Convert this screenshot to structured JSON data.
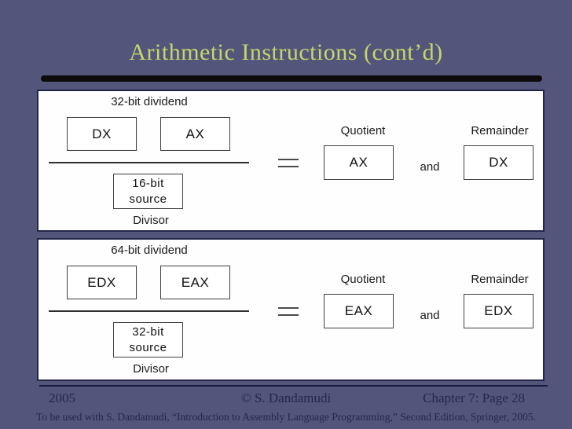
{
  "slide": {
    "title": "Arithmetic Instructions (cont’d)"
  },
  "diagrams": [
    {
      "dividend_label": "32-bit dividend",
      "dividend_high_register": "DX",
      "dividend_low_register": "AX",
      "source_line1": "16-bit",
      "source_line2": "source",
      "divisor_label": "Divisor",
      "quotient_label": "Quotient",
      "quotient_register": "AX",
      "conjunction": "and",
      "remainder_label": "Remainder",
      "remainder_register": "DX"
    },
    {
      "dividend_label": "64-bit dividend",
      "dividend_high_register": "EDX",
      "dividend_low_register": "EAX",
      "source_line1": "32-bit",
      "source_line2": "source",
      "divisor_label": "Divisor",
      "quotient_label": "Quotient",
      "quotient_register": "EAX",
      "conjunction": "and",
      "remainder_label": "Remainder",
      "remainder_register": "EDX"
    }
  ],
  "footer": {
    "year": "2005",
    "copyright": "© S. Dandamudi",
    "page": "Chapter 7: Page 28",
    "attribution": "To be used with S. Dandamudi, “Introduction to Assembly Language Programming,” Second Edition, Springer, 2005."
  },
  "colors": {
    "background": "#53567a",
    "title_text": "#c6d66a",
    "title_bar": "#0b0b0b",
    "panel_background": "#fefefe",
    "panel_border": "#23264a",
    "diagram_text": "#1a1a1a",
    "footer_text": "#23274f"
  }
}
